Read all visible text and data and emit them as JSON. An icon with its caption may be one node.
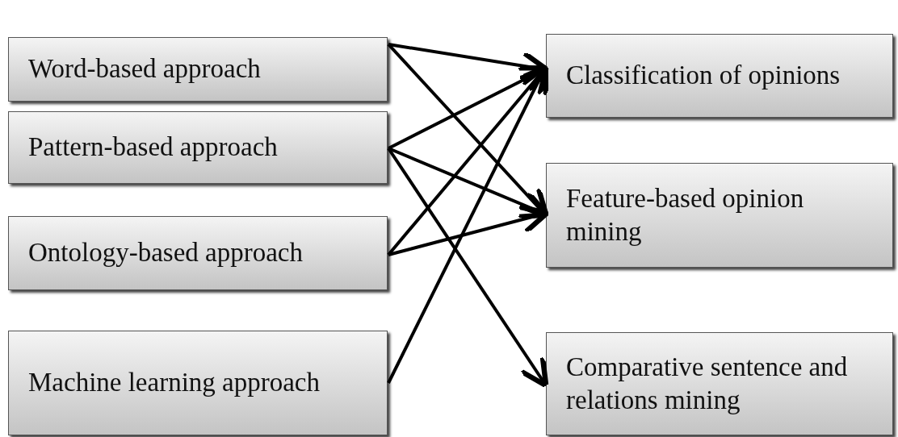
{
  "diagram": {
    "nodes": [
      {
        "text": [
          "Word-based approach"
        ]
      },
      {
        "text": [
          "Pattern-based approach"
        ]
      },
      {
        "text": [
          "Ontology-based approach"
        ]
      },
      {
        "text": [
          "Machine learning approach"
        ]
      },
      {
        "text": [
          "Classification of opinions"
        ]
      },
      {
        "text": [
          "Feature-based opinion mining"
        ]
      },
      {
        "text": [
          "Comparative sentence and relations mining"
        ]
      }
    ],
    "edges": [
      {
        "from": 0,
        "to": 4,
        "arrow": "to"
      },
      {
        "from": 0,
        "to": 5,
        "arrow": "to"
      },
      {
        "from": 1,
        "to": 4,
        "arrow": "to"
      },
      {
        "from": 1,
        "to": 5,
        "arrow": "to"
      },
      {
        "from": 1,
        "to": 6,
        "arrow": "to"
      },
      {
        "from": 2,
        "to": 4,
        "arrow": "to"
      },
      {
        "from": 2,
        "to": 5,
        "arrow": "to"
      },
      {
        "from": 3,
        "to": 4,
        "arrow": "to"
      }
    ]
  }
}
